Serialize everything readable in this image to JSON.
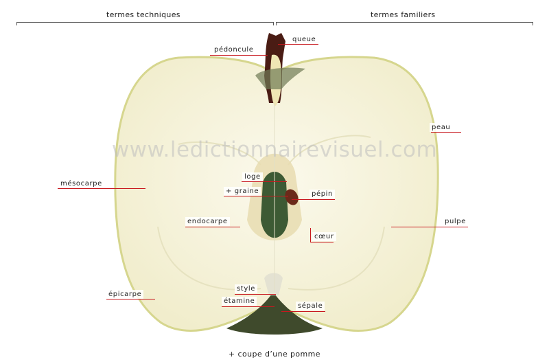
{
  "header": {
    "left": "termes techniques",
    "right": "termes familiers"
  },
  "watermark": "www.ledictionnairevisuel.com",
  "labels": {
    "pedoncule": "pédoncule",
    "queue": "queue",
    "peau": "peau",
    "mesocarpe": "mésocarpe",
    "loge": "loge",
    "graine": "+ graine",
    "pepin": "pépin",
    "endocarpe": "endocarpe",
    "pulpe": "pulpe",
    "coeur": "cœur",
    "epicarpe": "épicarpe",
    "style": "style",
    "etamine": "étamine",
    "sepale": "sépale"
  },
  "footer": "+ coupe d’une pomme",
  "colors": {
    "flesh": "#f6f2dc",
    "skin": "#d9d890",
    "leader": "#c8181e",
    "calyx": "#3f4a2c",
    "stem": "#4a1c14",
    "seed": "#3d5a34"
  }
}
